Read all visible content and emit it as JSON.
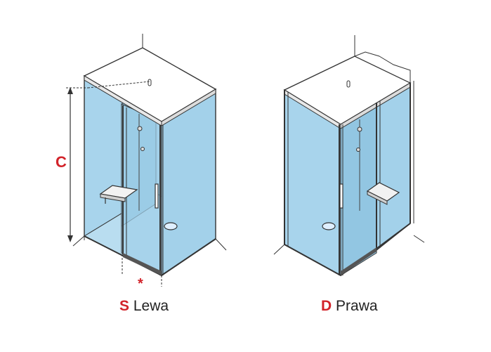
{
  "diagram": {
    "dimension_label": "C",
    "asterisk": "*",
    "left_variant": {
      "code": "S",
      "name": "Lewa"
    },
    "right_variant": {
      "code": "D",
      "name": "Prawa"
    }
  },
  "colors": {
    "accent_red": "#d2232a",
    "glass": "#a8d4ec",
    "glass_dark": "#8cc3e2",
    "frame": "#333333",
    "top_panel": "#ffffff"
  },
  "icons": {
    "shower_head": "shower-head-icon",
    "seat": "fold-down-seat-icon",
    "drain": "drain-icon",
    "handle": "door-handle-icon"
  }
}
